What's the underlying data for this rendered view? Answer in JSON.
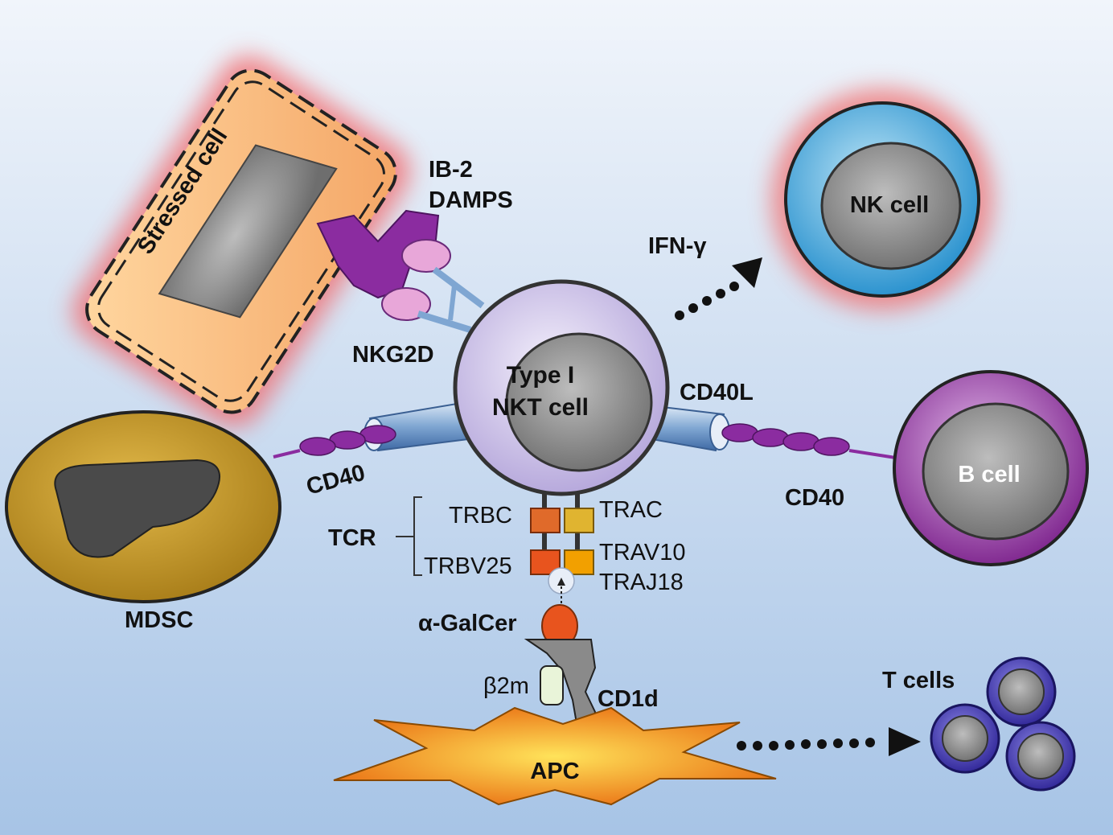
{
  "labels": {
    "stressed_cell": "Stressed cell",
    "ib2": "IB-2",
    "damps": "DAMPS",
    "ifn": "IFN-γ",
    "nk_cell": "NK cell",
    "nkg2d": "NKG2D",
    "nkt_line1": "Type I",
    "nkt_line2": "NKT cell",
    "cd40l": "CD40L",
    "cd40_left": "CD40",
    "cd40_right": "CD40",
    "b_cell": "B cell",
    "tcr": "TCR",
    "trbc": "TRBC",
    "trac": "TRAC",
    "trbv25": "TRBV25",
    "trav10": "TRAV10",
    "traj18": "TRAJ18",
    "galcer": "α-GalCer",
    "b2m": "β2m",
    "cd1d": "CD1d",
    "apc": "APC",
    "mdsc": "MDSC",
    "t_cells": "T cells"
  },
  "colors": {
    "background_top": "#eef3fa",
    "background_bottom": "#a9c6e7",
    "stressed_cell": "#f8c78a",
    "stressed_glow": "#f06b6b",
    "nkt_cell": "#ddd4f0",
    "nucleus": "#8a8a8a",
    "nk_cell": "#57b9e3",
    "b_cell": "#8e2e9a",
    "mdsc": "#c99a2a",
    "receptor_purple": "#8b2ca0",
    "cd40l_blue": "#7fa3cf",
    "apc": "#f2b400",
    "t_cells": "#4b3fb0",
    "galcer": "#e8541e"
  }
}
